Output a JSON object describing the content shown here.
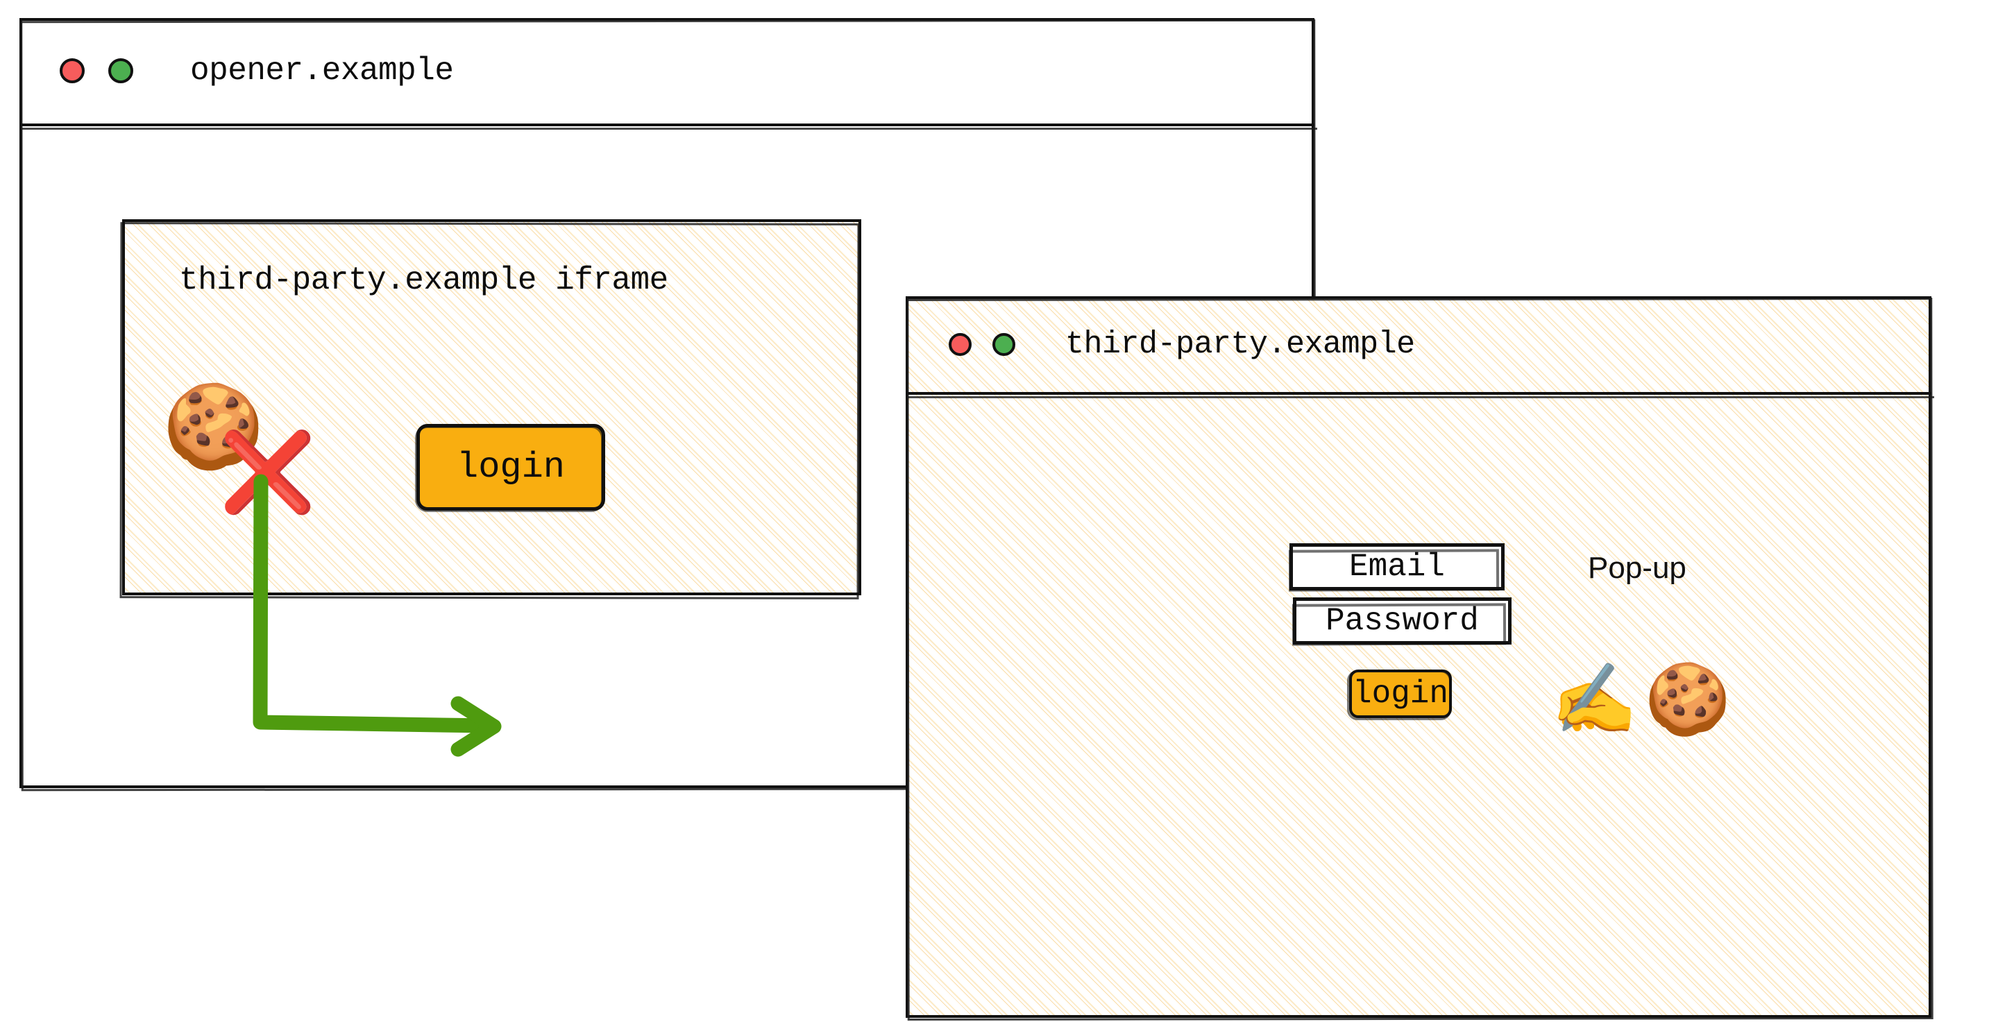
{
  "opener_window": {
    "name": "opener-window",
    "title": "opener.example",
    "controls": [
      {
        "name": "close-dot",
        "color": "#F75C5C"
      },
      {
        "name": "minimize-dot",
        "color": "#4CAF50"
      }
    ],
    "iframe": {
      "label": "third-party.example iframe",
      "cookie_icon": "🍪",
      "blocked_icon": "❌",
      "login_button": "login"
    }
  },
  "flow_arrow": {
    "name": "login-opens-popup-arrow",
    "color": "#4F9B0F"
  },
  "popup_window": {
    "name": "popup-window",
    "title": "third-party.example",
    "annotation": "Pop-up",
    "controls": [
      {
        "name": "close-dot",
        "color": "#F75C5C"
      },
      {
        "name": "minimize-dot",
        "color": "#4CAF50"
      }
    ],
    "form": {
      "email_label": "Email",
      "password_label": "Password",
      "login_button": "login"
    },
    "emojis": [
      {
        "name": "writing-hand-icon",
        "glyph": "✍️"
      },
      {
        "name": "cookie-icon",
        "glyph": "🍪"
      }
    ]
  },
  "colors": {
    "accent_button": "#F9AE10",
    "arrow_green": "#4F9B0F",
    "traffic_red": "#F75C5C",
    "traffic_green": "#4CAF50",
    "hatch_tan": "#F6C163",
    "ink": "#111111"
  }
}
